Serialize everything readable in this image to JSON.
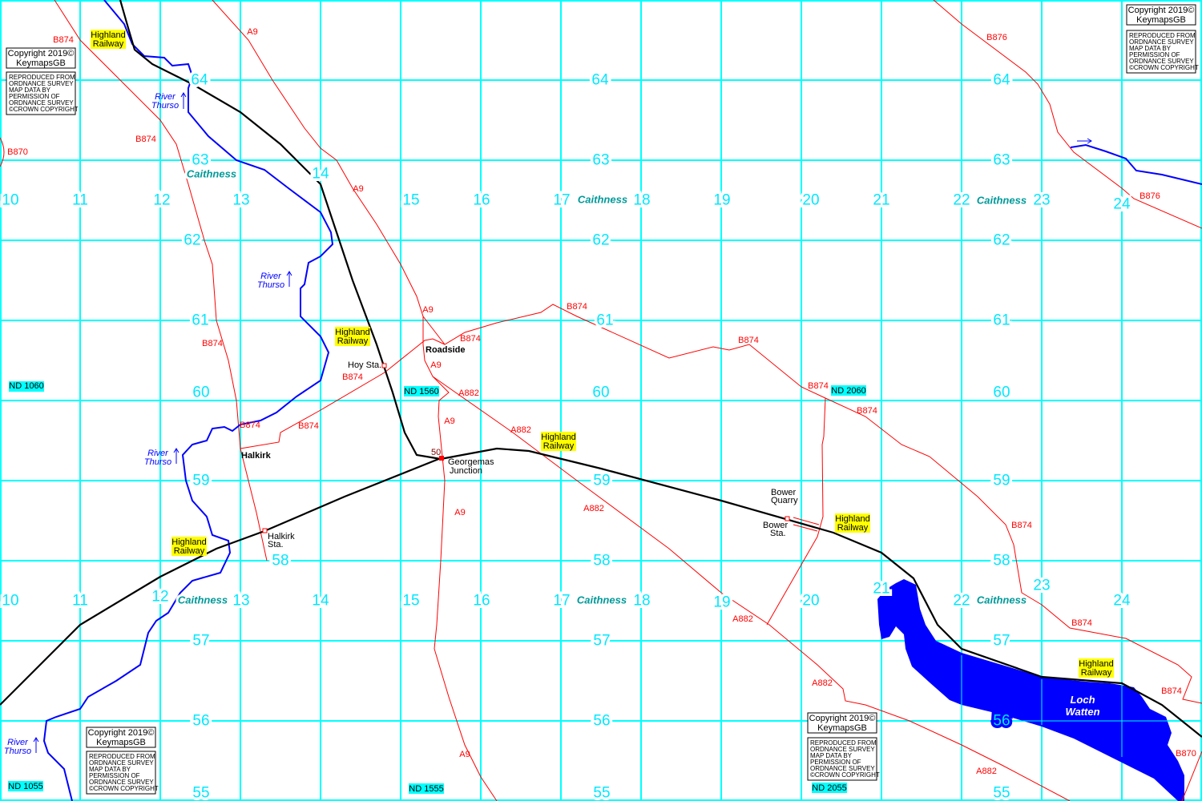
{
  "map": {
    "eastings": [
      "10",
      "11",
      "12",
      "13",
      "14",
      "15",
      "16",
      "17",
      "18",
      "19",
      "20",
      "21",
      "22",
      "23",
      "24"
    ],
    "northings": [
      "64",
      "63",
      "62",
      "61",
      "60",
      "59",
      "58",
      "57",
      "56",
      "55"
    ],
    "county": "Caithness",
    "grid_refs": [
      "ND 1060",
      "ND 1560",
      "ND 2060",
      "ND 1055",
      "ND 1555",
      "ND 2055"
    ],
    "roads": {
      "a9": "A9",
      "a882": "A882",
      "b874": "B874",
      "b870": "B870",
      "b876": "B876"
    },
    "railway_label": [
      "Highland",
      "Railway"
    ],
    "river_label": [
      "River",
      "Thurso"
    ],
    "places": {
      "roadside": "Roadside",
      "halkirk": "Halkirk",
      "hoy_sta": "Hoy Sta.",
      "georgemas": [
        "Georgemas",
        "Junction"
      ],
      "georgemas_num": "50",
      "halkirk_sta": [
        "Halkirk",
        "Sta."
      ],
      "bower_quarry": [
        "Bower",
        "Quarry"
      ],
      "bower_sta": [
        "Bower",
        "Sta."
      ]
    },
    "loch": [
      "Loch",
      "Watten"
    ],
    "copyright": {
      "line1": "Copyright 2019©",
      "line2": "KeymapsGB",
      "os": [
        "REPRODUCED FROM",
        "ORDNANCE SURVEY",
        "MAP DATA BY",
        "PERMISSION OF",
        "ORDNANCE SURVEY",
        "©CROWN COPYRIGHT"
      ]
    },
    "colors": {
      "grid": "#00ffff",
      "road": "#ff0000",
      "river": "#0000ff",
      "loch": "#0000ff",
      "railway": "#000000",
      "label_bg": "#ffff00"
    }
  }
}
